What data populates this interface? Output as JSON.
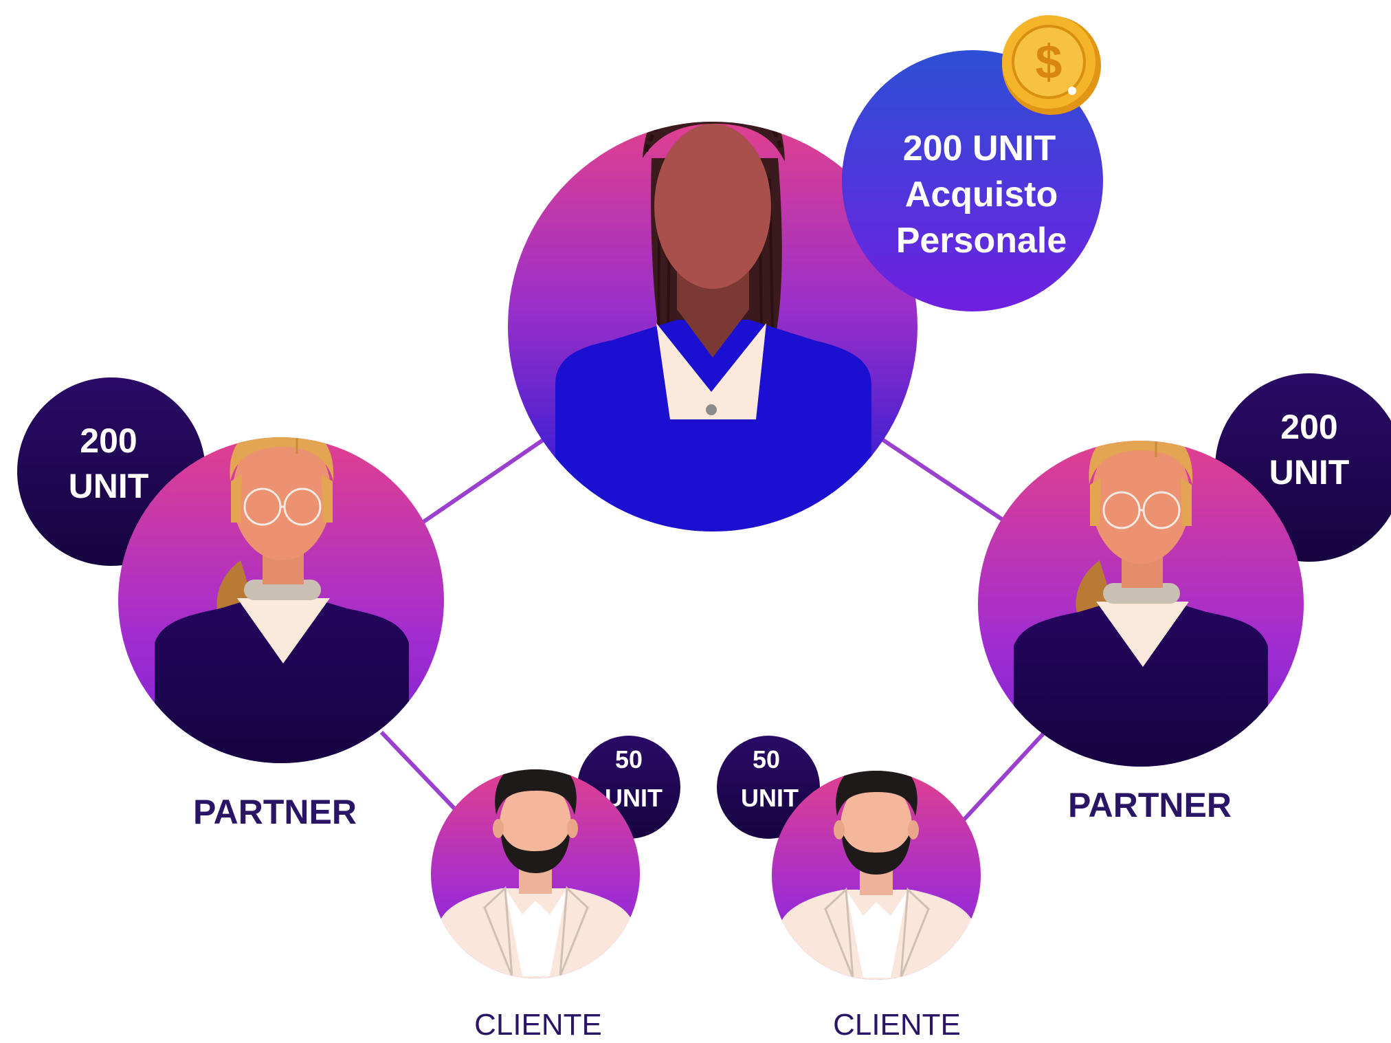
{
  "top": {
    "badge": {
      "line1": "200 UNIT",
      "line2": "Acquisto",
      "line3": "Personale"
    },
    "coin_symbol": "$"
  },
  "partner_left": {
    "badge": {
      "line1": "200",
      "line2": "UNIT"
    },
    "label": "PARTNER"
  },
  "partner_right": {
    "badge": {
      "line1": "200",
      "line2": "UNIT"
    },
    "label": "PARTNER"
  },
  "cliente_left": {
    "badge": {
      "line1": "50",
      "line2": "UNIT"
    },
    "label": "CLIENTE"
  },
  "cliente_right": {
    "badge": {
      "line1": "50",
      "line2": "UNIT"
    },
    "label": "CLIENTE"
  },
  "colors": {
    "connector": "#9b3fcf",
    "gradient_top": "#e0408f",
    "gradient_mid": "#9b2fc9",
    "gradient_blue": "#1c1ad0",
    "badge_dark": "#20064f",
    "label_text": "#2a1466",
    "coin": "#f2a81d"
  }
}
